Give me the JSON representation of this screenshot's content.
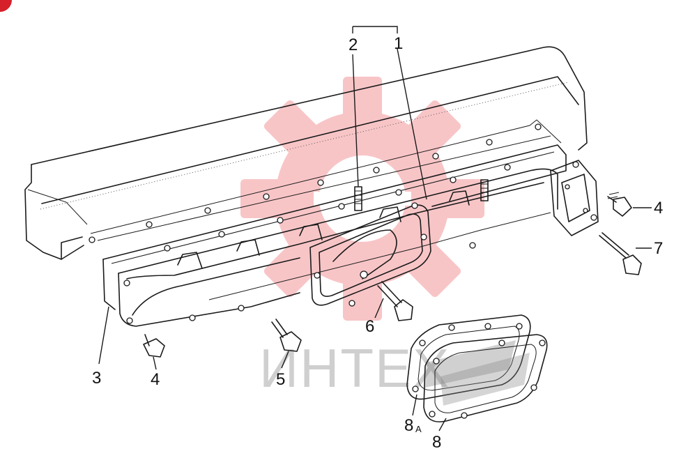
{
  "diagram": {
    "callouts": {
      "c1": "1",
      "c2": "2",
      "c3": "3",
      "c4_left": "4",
      "c4_right": "4",
      "c5": "5",
      "c6": "6",
      "c7": "7",
      "c8": "8",
      "c8a_num": "8",
      "c8a_suffix": "A"
    },
    "watermark": {
      "text": "ИНТЕХ",
      "color": "#e8323a",
      "logo": "gear-logo"
    },
    "corner_badge_color": "#d6202a"
  }
}
